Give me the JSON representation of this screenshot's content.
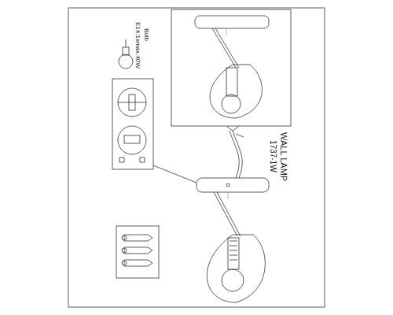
{
  "diagram": {
    "labels": [
      "WALL LAMP",
      "1737-1W",
      "Bulb",
      "E14:1xmax.40W"
    ]
  }
}
